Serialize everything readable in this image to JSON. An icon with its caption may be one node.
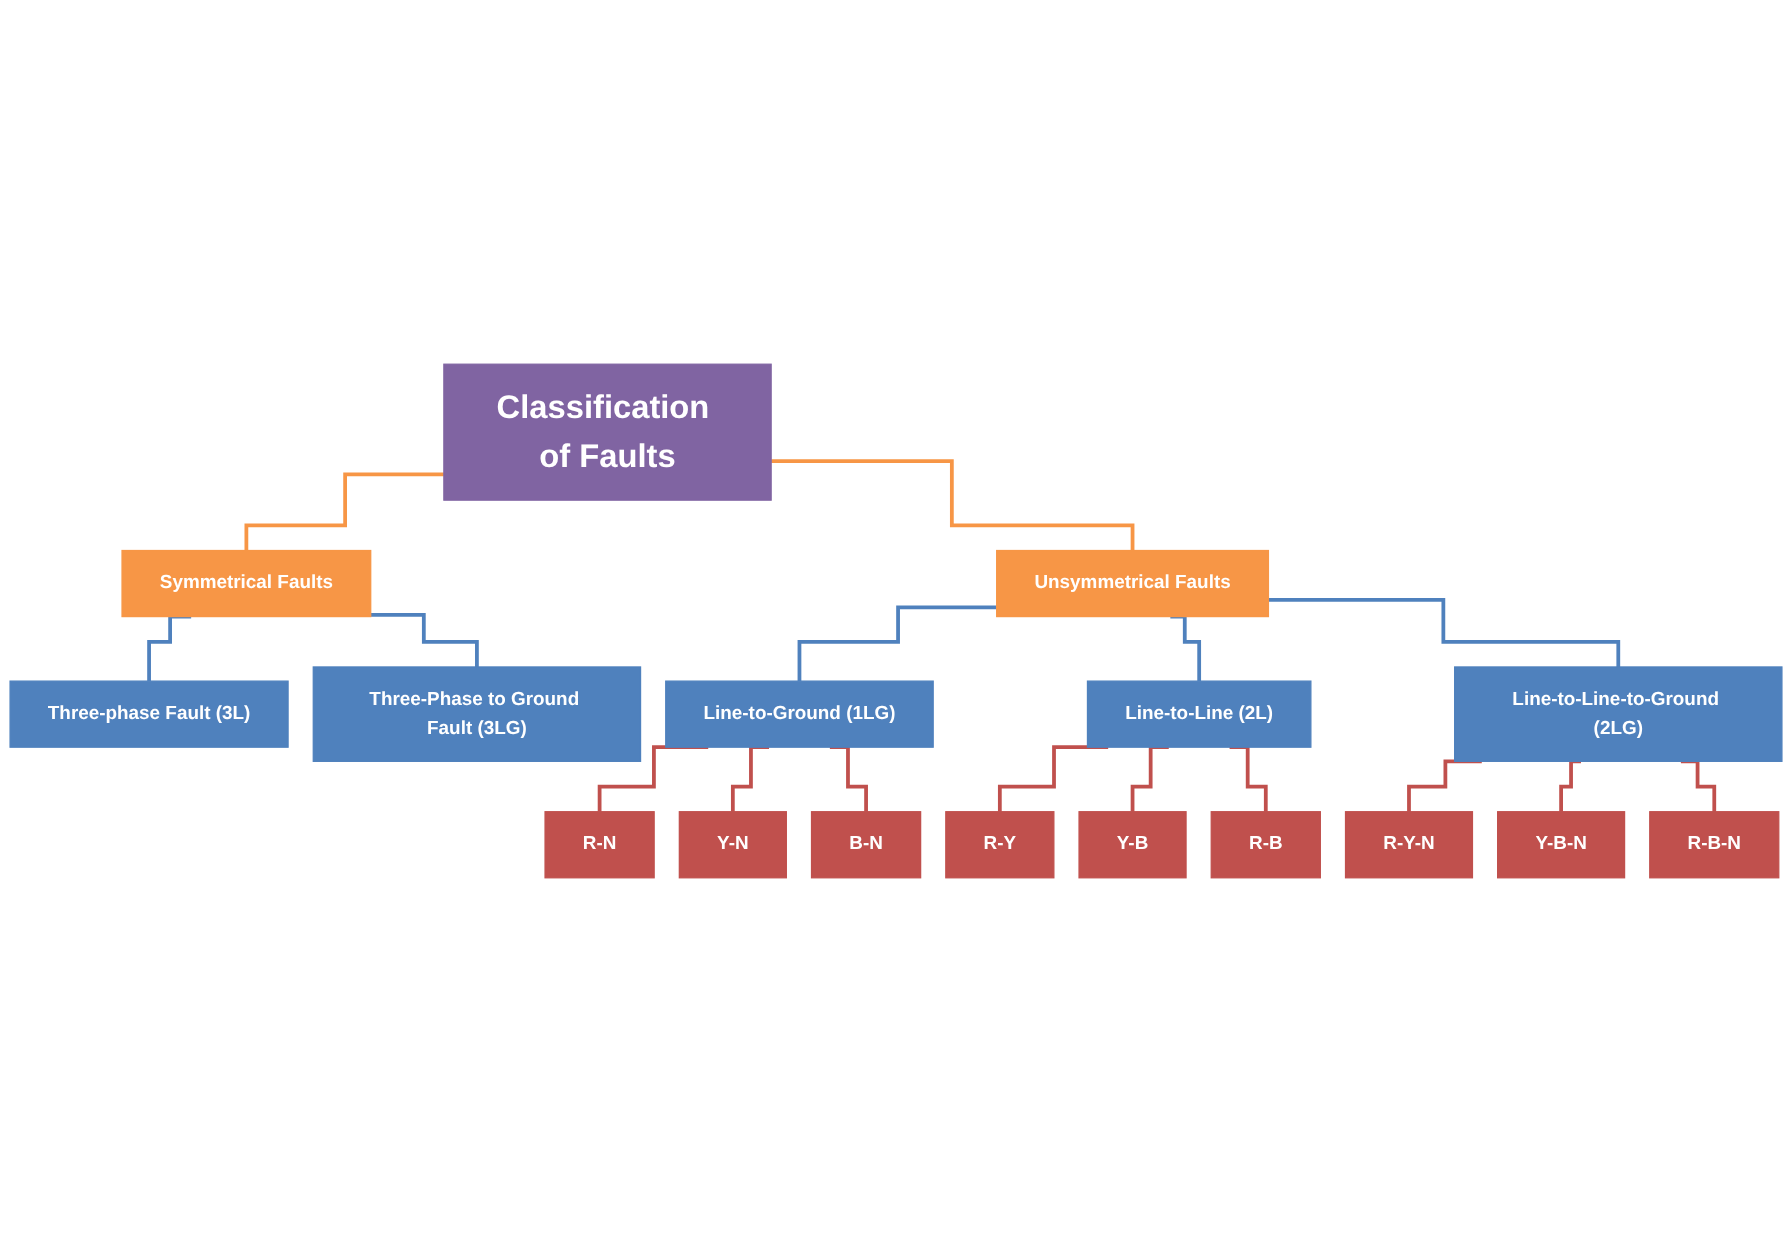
{
  "diagram": {
    "nodes": [
      {
        "text": [
          "Classification of Faults"
        ]
      },
      {
        "text": [
          "Symmetrical Faults"
        ]
      },
      {
        "text": [
          "Unsymmetrical Faults"
        ]
      },
      {
        "text": [
          "Three-phase Fault (3L)"
        ]
      },
      {
        "text": [
          "Three-Phase to Ground Fault (3LG)"
        ]
      },
      {
        "text": [
          "Line-to-Ground (1LG)"
        ]
      },
      {
        "text": [
          "Line-to-Line (2L)"
        ]
      },
      {
        "text": [
          "Line-to-Line-to-Ground (2LG)"
        ]
      },
      {
        "text": [
          "R-N"
        ]
      },
      {
        "text": [
          "Y-N"
        ]
      },
      {
        "text": [
          "B-N"
        ]
      },
      {
        "text": [
          "R-Y"
        ]
      },
      {
        "text": [
          "Y-B"
        ]
      },
      {
        "text": [
          "R-B"
        ]
      },
      {
        "text": [
          "R-Y-N"
        ]
      },
      {
        "text": [
          "Y-B-N"
        ]
      },
      {
        "text": [
          "R-B-N"
        ]
      }
    ],
    "edges": [
      {
        "from": 0,
        "to": 1,
        "arrow": "none",
        "color": "#f79646"
      },
      {
        "from": 0,
        "to": 2,
        "arrow": "none",
        "color": "#f79646"
      },
      {
        "from": 1,
        "to": 3,
        "arrow": "none",
        "color": "#4f81bd"
      },
      {
        "from": 1,
        "to": 4,
        "arrow": "none",
        "color": "#4f81bd"
      },
      {
        "from": 2,
        "to": 5,
        "arrow": "none",
        "color": "#4f81bd"
      },
      {
        "from": 2,
        "to": 6,
        "arrow": "none",
        "color": "#4f81bd"
      },
      {
        "from": 2,
        "to": 7,
        "arrow": "none",
        "color": "#4f81bd"
      },
      {
        "from": 5,
        "to": 8,
        "arrow": "none",
        "color": "#c0504d"
      },
      {
        "from": 5,
        "to": 9,
        "arrow": "none",
        "color": "#c0504d"
      },
      {
        "from": 5,
        "to": 10,
        "arrow": "none",
        "color": "#c0504d"
      },
      {
        "from": 6,
        "to": 11,
        "arrow": "none",
        "color": "#c0504d"
      },
      {
        "from": 6,
        "to": 12,
        "arrow": "none",
        "color": "#c0504d"
      },
      {
        "from": 6,
        "to": 13,
        "arrow": "none",
        "color": "#c0504d"
      },
      {
        "from": 7,
        "to": 14,
        "arrow": "none",
        "color": "#c0504d"
      },
      {
        "from": 7,
        "to": 15,
        "arrow": "none",
        "color": "#c0504d"
      },
      {
        "from": 7,
        "to": 16,
        "arrow": "none",
        "color": "#c0504d"
      }
    ]
  }
}
